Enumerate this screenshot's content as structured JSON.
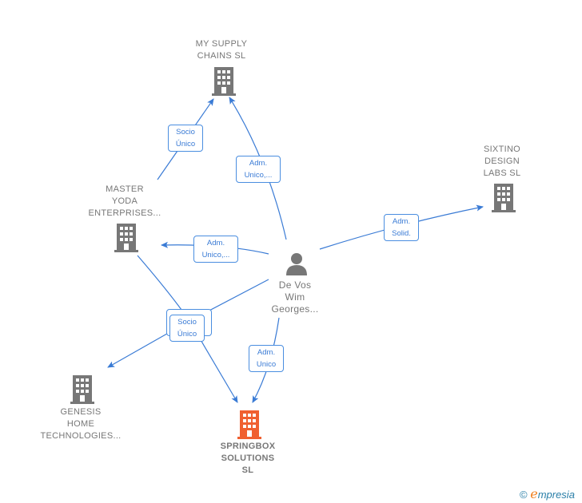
{
  "nodes": {
    "my_supply": {
      "label_lines": [
        "MY SUPPLY",
        "CHAINS  SL"
      ]
    },
    "sixtino": {
      "label_lines": [
        "SIXTINO",
        "DESIGN",
        "LABS  SL"
      ]
    },
    "master_yoda": {
      "label_lines": [
        "MASTER",
        "YODA",
        "ENTERPRISES..."
      ]
    },
    "de_vos": {
      "label_lines": [
        "De Vos",
        "Wim",
        "Georges..."
      ]
    },
    "genesis": {
      "label_lines": [
        "GENESIS",
        "HOME",
        "TECHNOLOGIES..."
      ]
    },
    "springbox": {
      "label_lines": [
        "SPRINGBOX",
        "SOLUTIONS",
        "SL"
      ]
    }
  },
  "edges": {
    "yoda_supply": [
      "Socio",
      "Único"
    ],
    "devos_supply": [
      "Adm.",
      "Unico,..."
    ],
    "devos_sixtino": [
      "Adm.",
      "Solid."
    ],
    "devos_yoda": [
      "Adm.",
      "Unico,..."
    ],
    "devos_genesis": [
      "Socio",
      "Único"
    ],
    "devos_springbox": [
      "Adm.",
      "Unico"
    ]
  },
  "colors": {
    "edge": "#3a7bd5",
    "building": "#777777",
    "highlight": "#f06030"
  },
  "footer": {
    "copyright": "©",
    "brand_initial": "e",
    "brand_rest": "mpresia"
  }
}
